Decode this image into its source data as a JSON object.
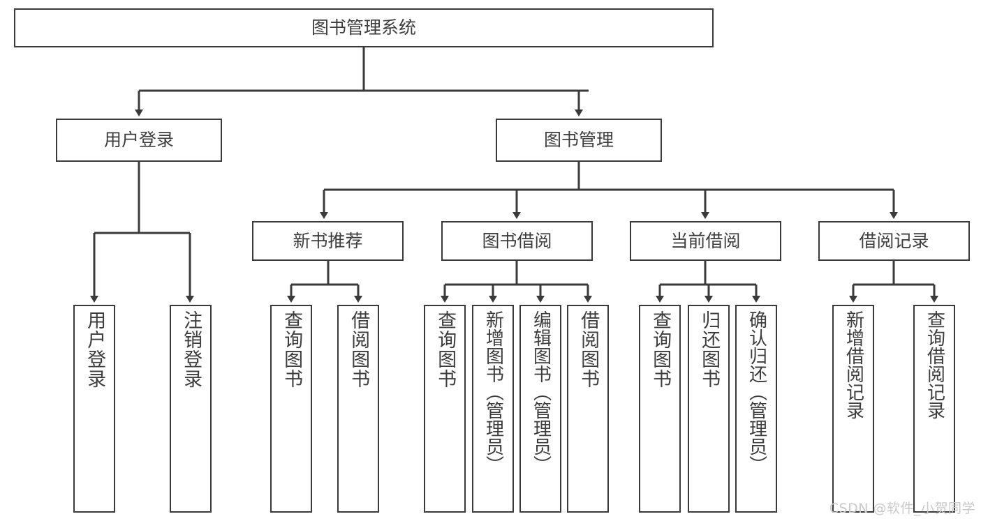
{
  "diagram": {
    "title": "图书管理系统",
    "watermark": "CSDN @软件_小贺同学",
    "colors": {
      "box_border": "#3a3a3a",
      "line": "#3a3a3a",
      "text": "#3d3d3d",
      "background": "#ffffff",
      "watermark": "#c9c9c9"
    },
    "nodes": {
      "root": {
        "label": "图书管理系统"
      },
      "level2": [
        {
          "id": "user-login",
          "label": "用户登录"
        },
        {
          "id": "book-manage",
          "label": "图书管理"
        }
      ],
      "level3": [
        {
          "id": "new-book-recommend",
          "label": "新书推荐"
        },
        {
          "id": "book-borrow",
          "label": "图书借阅"
        },
        {
          "id": "current-borrow",
          "label": "当前借阅"
        },
        {
          "id": "borrow-record",
          "label": "借阅记录"
        }
      ],
      "leaves": [
        {
          "id": "leaf-user-login",
          "label": "用户登录",
          "parent": "user-login"
        },
        {
          "id": "leaf-user-logout",
          "label": "注销登录",
          "parent": "user-login"
        },
        {
          "id": "leaf-query-book-1",
          "label": "查询图书",
          "parent": "new-book-recommend"
        },
        {
          "id": "leaf-borrow-book-1",
          "label": "借阅图书",
          "parent": "new-book-recommend"
        },
        {
          "id": "leaf-query-book-2",
          "label": "查询图书",
          "parent": "book-borrow"
        },
        {
          "id": "leaf-add-book",
          "label": "新增图书（管理员）",
          "parent": "book-borrow"
        },
        {
          "id": "leaf-edit-book",
          "label": "编辑图书（管理员）",
          "parent": "book-borrow"
        },
        {
          "id": "leaf-borrow-book-2",
          "label": "借阅图书",
          "parent": "book-borrow"
        },
        {
          "id": "leaf-query-book-3",
          "label": "查询图书",
          "parent": "current-borrow"
        },
        {
          "id": "leaf-return-book",
          "label": "归还图书",
          "parent": "current-borrow"
        },
        {
          "id": "leaf-confirm-return",
          "label": "确认归还（管理员）",
          "parent": "current-borrow"
        },
        {
          "id": "leaf-add-record",
          "label": "新增借阅记录",
          "parent": "borrow-record"
        },
        {
          "id": "leaf-query-record",
          "label": "查询借阅记录",
          "parent": "borrow-record"
        }
      ]
    }
  }
}
